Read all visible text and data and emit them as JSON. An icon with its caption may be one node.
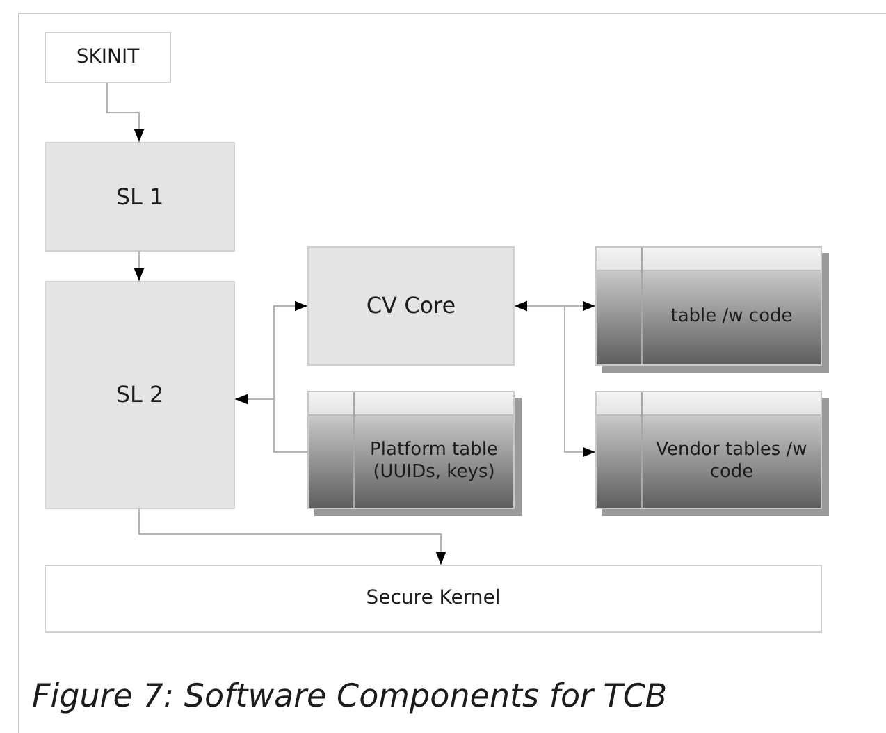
{
  "diagram": {
    "caption": "Figure 7: Software Components for TCB",
    "nodes": [
      {
        "text": [
          "SKINIT"
        ]
      },
      {
        "text": [
          "SL 1"
        ]
      },
      {
        "text": [
          "SL 2"
        ]
      },
      {
        "text": [
          "CV Core"
        ]
      },
      {
        "text": [
          "table /w code"
        ]
      },
      {
        "text": [
          "Platform table (UUIDs, keys)"
        ]
      },
      {
        "text": [
          "Vendor tables /w code"
        ]
      },
      {
        "text": [
          "Secure Kernel"
        ]
      }
    ],
    "edges": [
      {
        "from": 0,
        "to": 1,
        "arrow": "to"
      },
      {
        "from": 1,
        "to": 2,
        "arrow": "to"
      },
      {
        "from": 5,
        "to": 2,
        "arrow": "to"
      },
      {
        "from": 5,
        "to": 3,
        "arrow": "to"
      },
      {
        "from": 3,
        "to": 4,
        "arrow": "both"
      },
      {
        "from": 3,
        "to": 6,
        "arrow": "both"
      },
      {
        "from": 2,
        "to": 7,
        "arrow": "to"
      }
    ]
  }
}
